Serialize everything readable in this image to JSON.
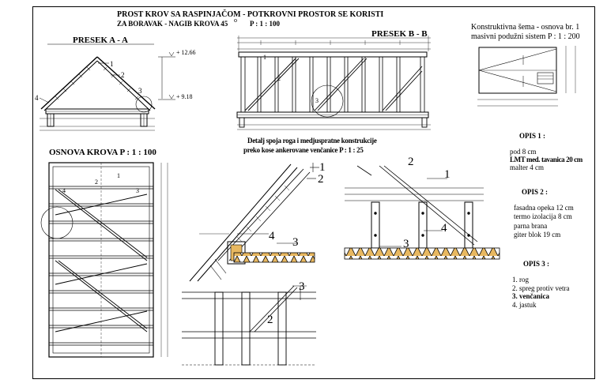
{
  "title": {
    "line1": "PROST KROV SA RASPINJAČOM  -  POTKROVNI PROSTOR SE KORISTI",
    "line2": "ZA BORAVAK - NAGIB KROVA 45",
    "degree": "o",
    "scale": "P : 1 : 100"
  },
  "section_a": {
    "title": "PRESEK A - A",
    "level_top": "+ 12.66",
    "level_bottom": "+ 9.18",
    "callouts": [
      "1",
      "2",
      "3",
      "4"
    ]
  },
  "section_b": {
    "title": "PRESEK B - B",
    "callouts": [
      "1",
      "2",
      "3"
    ]
  },
  "scheme": {
    "title_line1": "Konstruktivna šema - osnova br. 1",
    "title_line2": "masivni podužni sistem P : 1 : 200"
  },
  "plan": {
    "title": "OSNOVA KROVA  P : 1 : 100",
    "callouts": [
      "1",
      "2",
      "3",
      "4"
    ]
  },
  "detail": {
    "title_line1": "Detalj spoja roga i medjuspratne konstrukcije",
    "title_line2": "preko kose ankerovane venčanice P :  1 : 25",
    "callouts": [
      "1",
      "2",
      "3",
      "4"
    ],
    "callouts_right": [
      "1",
      "2",
      "3",
      "4"
    ],
    "callouts_lower": [
      "2",
      "3"
    ]
  },
  "opis1": {
    "title": "OPIS 1 :",
    "items": [
      "pod  8 cm",
      "LMT med. tavanica 20 cm",
      "malter 4 cm"
    ]
  },
  "opis2": {
    "title": "OPIS  2 :",
    "items": [
      "fasadna opeka  12 cm",
      "termo izolacija  8 cm",
      "parna brana",
      "giter blok  19 cm"
    ]
  },
  "opis3": {
    "title": "OPIS  3 :",
    "items": [
      "1. rog",
      "2. spreg protiv vetra",
      "3. venčanica",
      "4. jastuk"
    ]
  },
  "colors": {
    "ink": "#000000",
    "hatch": "#e8b860",
    "paper": "#ffffff"
  }
}
